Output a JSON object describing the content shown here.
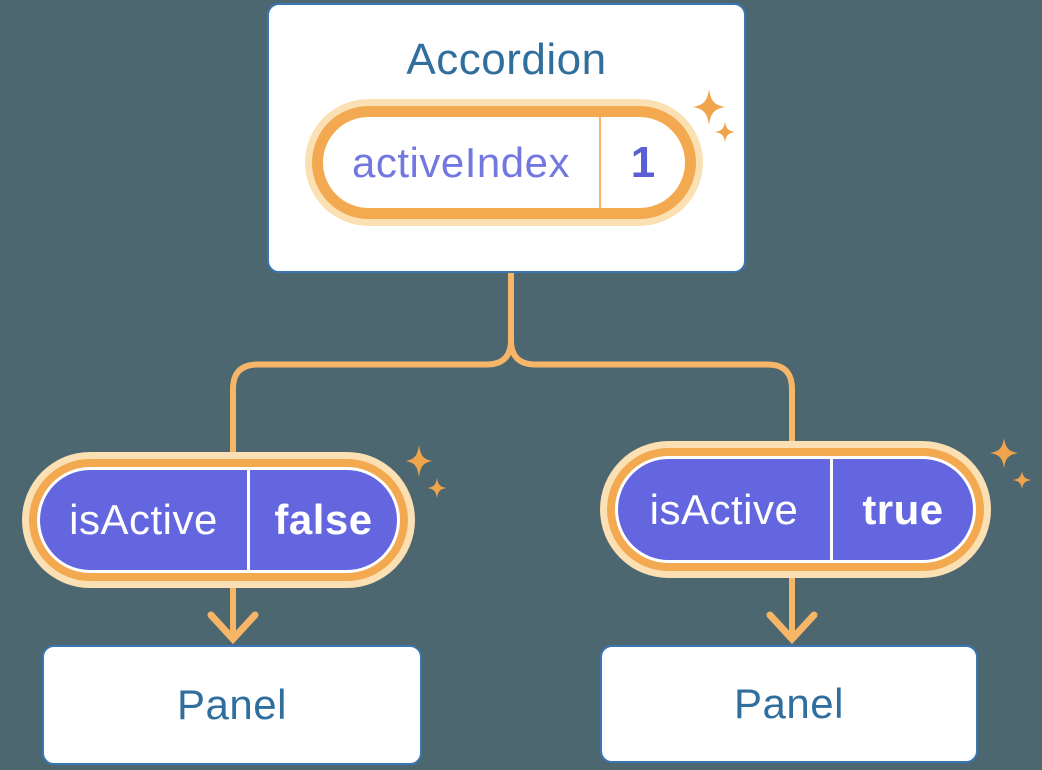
{
  "diagram": {
    "root": {
      "title": "Accordion",
      "pill": {
        "label": "activeIndex",
        "value": "1"
      }
    },
    "children": [
      {
        "pill": {
          "label": "isActive",
          "value": "false"
        },
        "panel": {
          "title": "Panel"
        }
      },
      {
        "pill": {
          "label": "isActive",
          "value": "true"
        },
        "panel": {
          "title": "Panel"
        }
      }
    ]
  },
  "colors": {
    "bg": "#4D6771",
    "card_bg": "#FFFFFF",
    "card_border": "#3877B4",
    "heading_blue": "#2F6E9D",
    "line_orange": "#F6B567",
    "ring_orange": "#F3A94F",
    "glow_cream": "#FBE0B4",
    "pill_purple": "#6366DE",
    "label_purple": "#7377E0",
    "value_purple": "#5A60D4",
    "sparkle_orange": "#F0A54C",
    "pill_text": "#FFFFFF"
  }
}
